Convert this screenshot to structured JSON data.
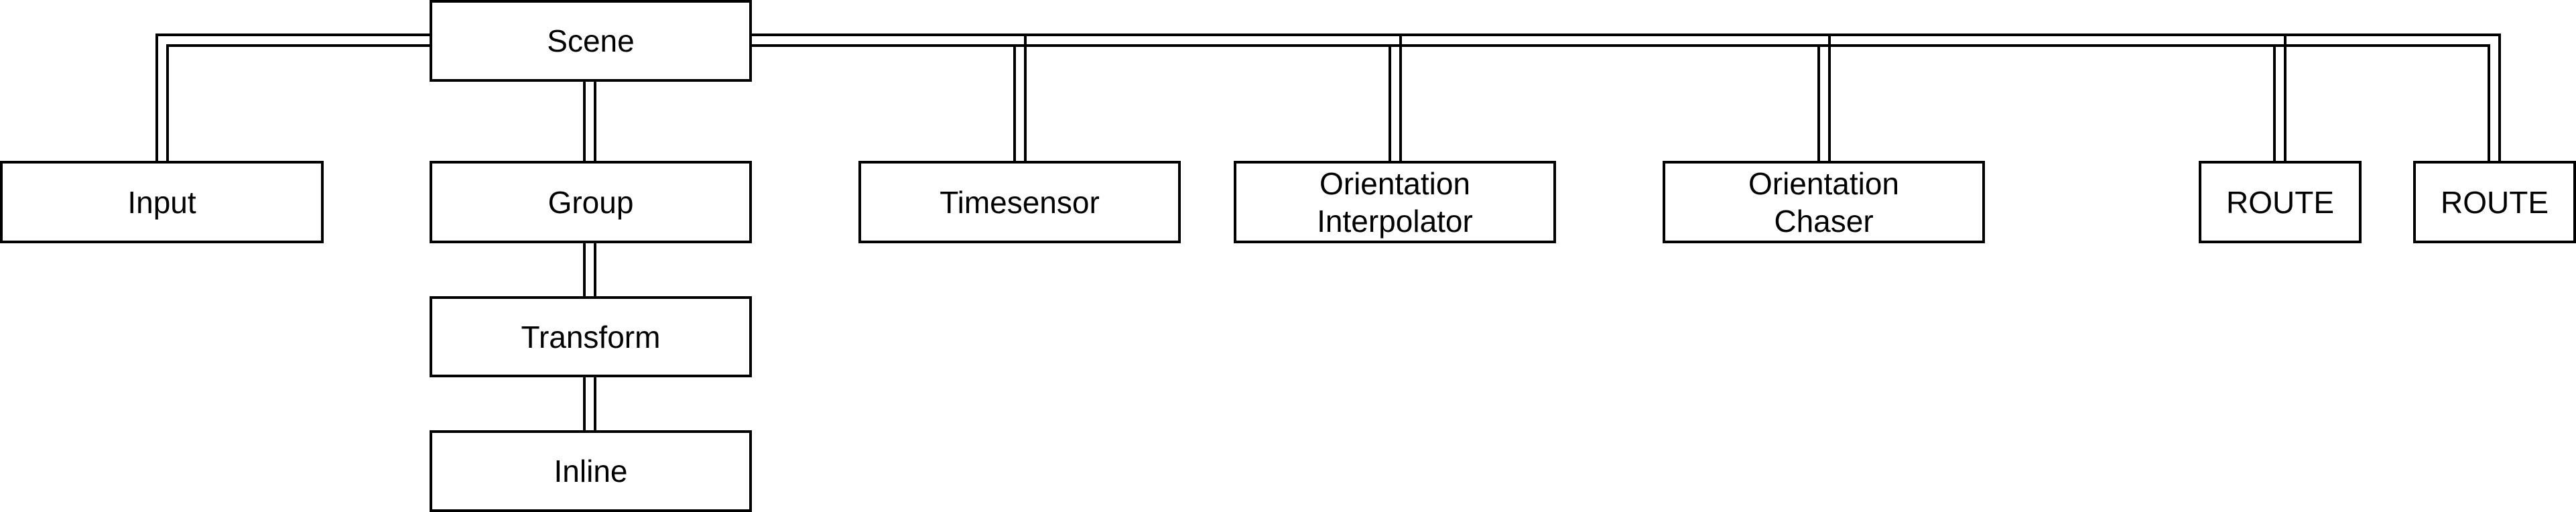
{
  "diagram": {
    "type": "tree",
    "nodes": {
      "scene": "Scene",
      "input": "Input",
      "group": "Group",
      "transform": "Transform",
      "inline": "Inline",
      "timesensor": "Timesensor",
      "orientation_interpolator": "Orientation\nInterpolator",
      "orientation_chaser": "Orientation\nChaser",
      "route_1": "ROUTE",
      "route_2": "ROUTE"
    },
    "edges": [
      {
        "from": "scene",
        "to": "input"
      },
      {
        "from": "scene",
        "to": "group"
      },
      {
        "from": "group",
        "to": "transform"
      },
      {
        "from": "transform",
        "to": "inline"
      },
      {
        "from": "scene",
        "to": "timesensor"
      },
      {
        "from": "scene",
        "to": "orientation_interpolator"
      },
      {
        "from": "scene",
        "to": "orientation_chaser"
      },
      {
        "from": "scene",
        "to": "route_1"
      },
      {
        "from": "scene",
        "to": "route_2"
      }
    ]
  }
}
